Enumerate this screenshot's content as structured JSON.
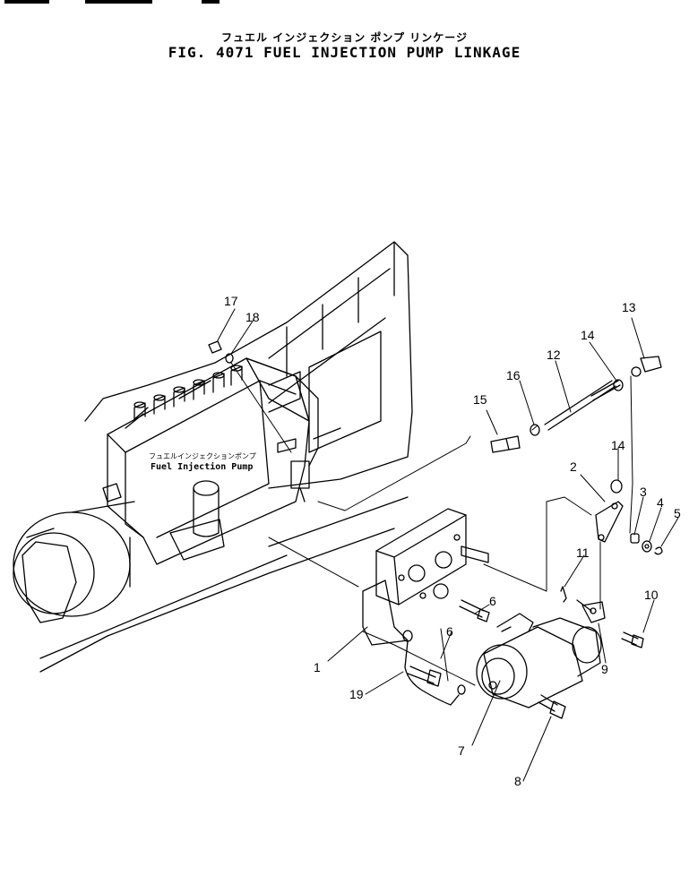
{
  "header": {
    "title_jp": "フュエル インジェクション ポンプ リンケージ",
    "title_en": "FIG. 4071  FUEL INJECTION PUMP LINKAGE"
  },
  "labels": {
    "pump_jp": "フュエルインジェクションポンプ",
    "pump_en": "Fuel Injection Pump"
  },
  "callouts": [
    "1",
    "2",
    "3",
    "4",
    "5",
    "6",
    "6",
    "7",
    "8",
    "9",
    "10",
    "11",
    "12",
    "13",
    "14",
    "14",
    "15",
    "16",
    "17",
    "18",
    "19"
  ]
}
